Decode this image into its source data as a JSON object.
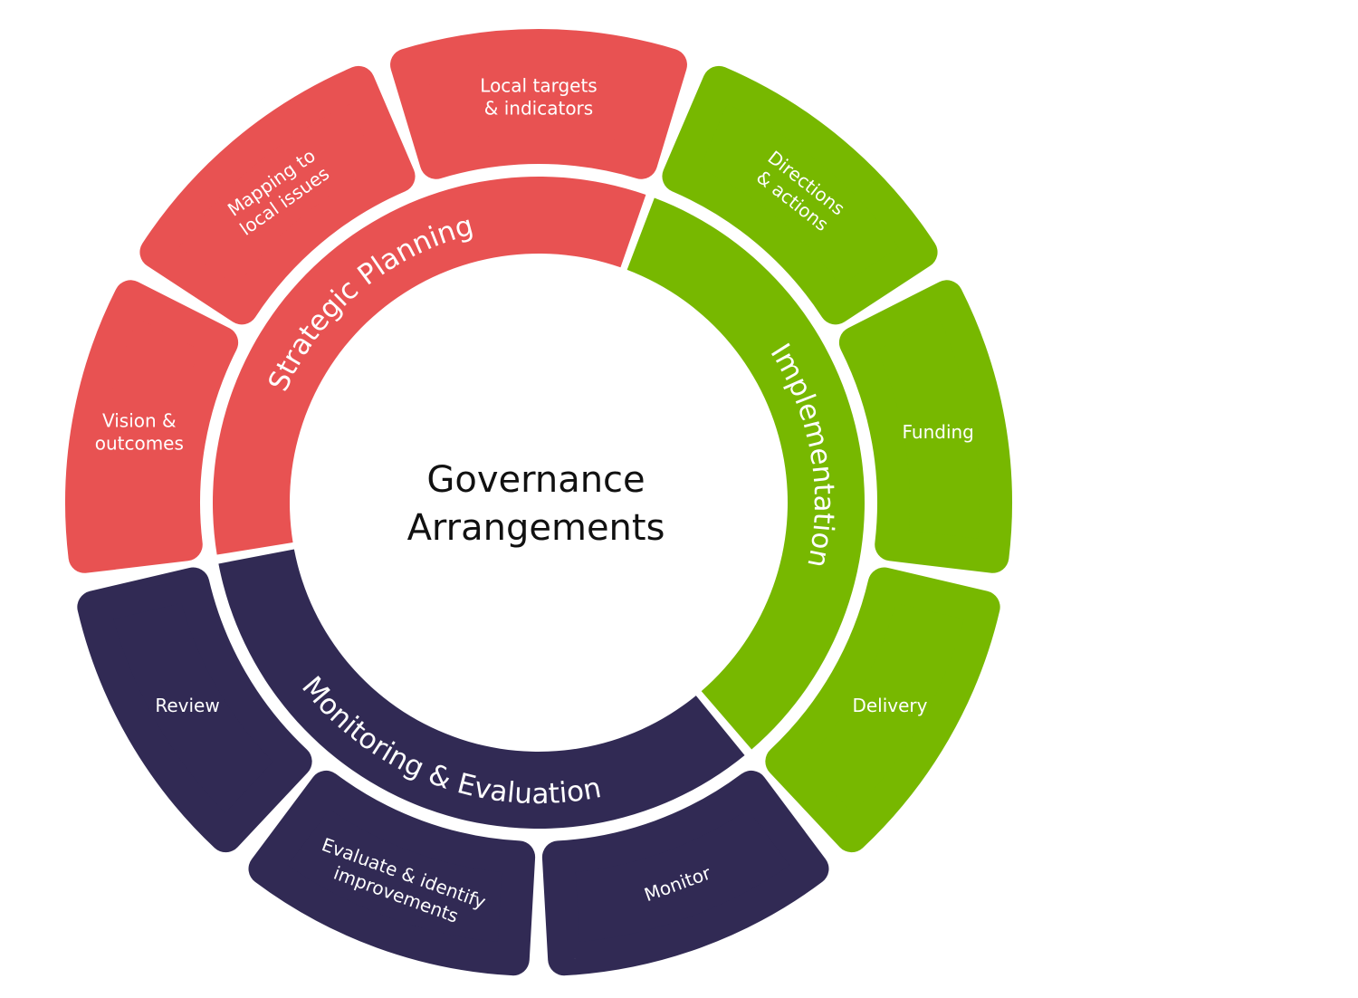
{
  "center": {
    "line1": "Governance",
    "line2": "Arrangements"
  },
  "colors": {
    "strategic": "#E85252",
    "implementation": "#77B800",
    "monitoring": "#312A54"
  },
  "phases": [
    {
      "key": "strategic",
      "label": "Strategic Planning",
      "items": [
        [
          "Vision &",
          "outcomes"
        ],
        [
          "Mapping to",
          "local issues"
        ],
        [
          "Local targets",
          "& indicators"
        ]
      ]
    },
    {
      "key": "implementation",
      "label": "Implementation",
      "items": [
        [
          "Directions",
          "& actions"
        ],
        [
          "Funding"
        ],
        [
          "Delivery"
        ]
      ]
    },
    {
      "key": "monitoring",
      "label": "Monitoring & Evaluation",
      "items": [
        [
          "Monitor"
        ],
        [
          "Evaluate & identify",
          "improvements"
        ],
        [
          "Review"
        ]
      ]
    }
  ]
}
